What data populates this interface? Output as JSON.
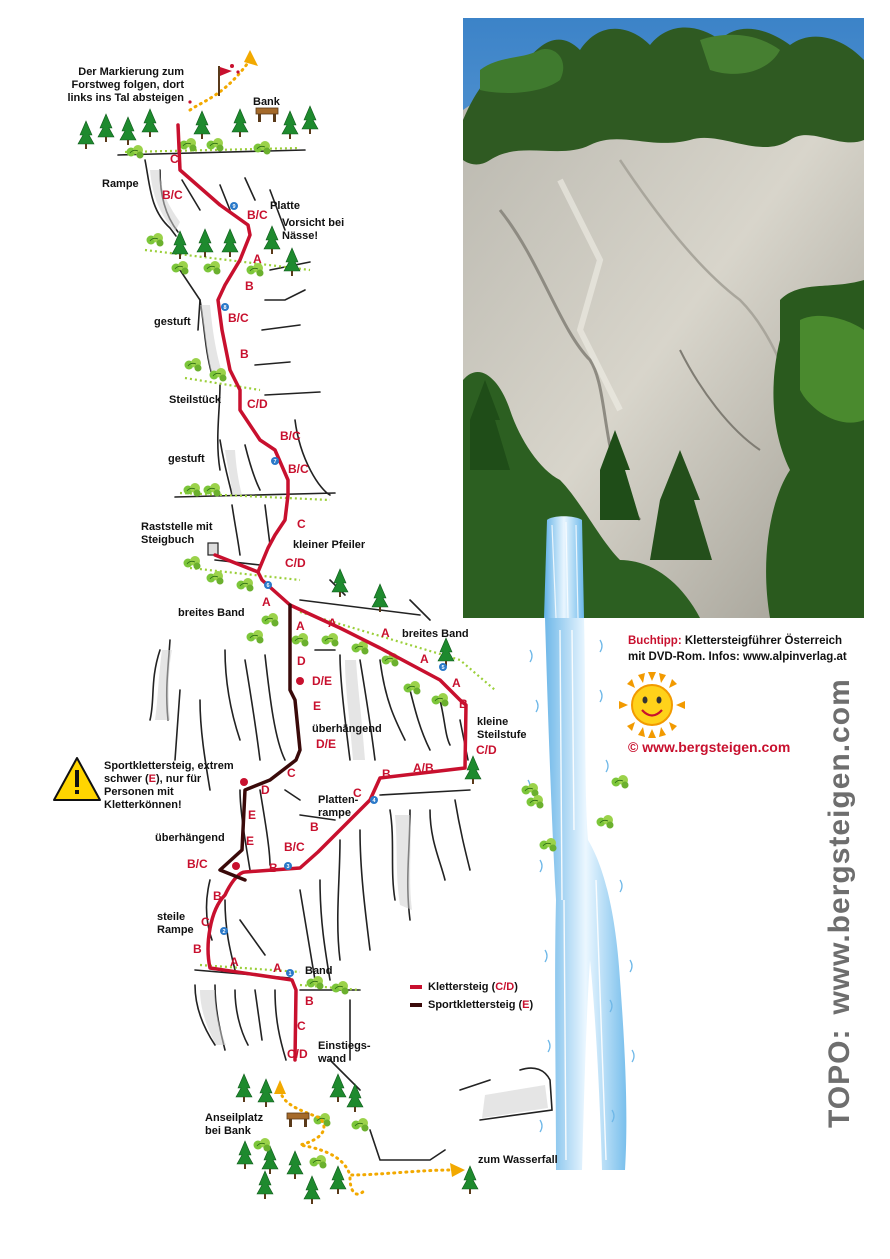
{
  "labels": {
    "markierung": "Der Markierung zum Forstweg folgen, dort links ins Tal absteigen",
    "bank_top": "Bank",
    "rampe": "Rampe",
    "platte": "Platte",
    "vorsicht": "Vorsicht bei Nässe!",
    "gestuft1": "gestuft",
    "steilstueck": "Steilstück",
    "gestuft2": "gestuft",
    "raststelle": "Raststelle mit Steigbuch",
    "kleiner_pfeiler": "kleiner Pfeiler",
    "breites_band_left": "breites Band",
    "breites_band_right": "breites Band",
    "kleine_steilstufe": "kleine Steilstufe",
    "ueberhaengend1": "überhängend",
    "ueberhaengend2": "überhängend",
    "plattenrampe": "Platten-rampe",
    "steile_rampe": "steile Rampe",
    "band": "Band",
    "einstiegswand": "Einstiegs-wand",
    "anseilplatz": "Anseilplatz bei Bank",
    "zum_wasserfall": "zum Wasserfall"
  },
  "warning": {
    "pre": "Sportklettersteig, extrem schwer (",
    "grade": "E",
    "post": "), nur für Personen mit Kletterkönnen!"
  },
  "buchtipp": {
    "label": "Buchtipp:",
    "text1": "Klettersteigführer Österreich",
    "text2": "mit DVD-Rom. Infos: www.alpinverlag.at"
  },
  "copyright": "©  www.bergsteigen.com",
  "topo": {
    "line1": "TOPO:",
    "line2": "www.bergsteigen.com"
  },
  "legend": {
    "klettersteig_label": "Klettersteig (",
    "klettersteig_grade": "C/D",
    "sport_label": "Sportklettersteig (",
    "sport_grade": "E",
    "close": ")"
  },
  "grades": [
    {
      "key": "g1",
      "text": "C"
    },
    {
      "key": "g2",
      "text": "B/C"
    },
    {
      "key": "g3",
      "text": "B/C"
    },
    {
      "key": "g4",
      "text": "A"
    },
    {
      "key": "g5",
      "text": "B"
    },
    {
      "key": "g6",
      "text": "B/C"
    },
    {
      "key": "g7",
      "text": "B"
    },
    {
      "key": "g8",
      "text": "C/D"
    },
    {
      "key": "g9",
      "text": "B/C"
    },
    {
      "key": "g10",
      "text": "B/C"
    },
    {
      "key": "g11",
      "text": "C"
    },
    {
      "key": "g12",
      "text": "C/D"
    },
    {
      "key": "g13",
      "text": "A"
    },
    {
      "key": "g14",
      "text": "A"
    },
    {
      "key": "g15",
      "text": "A"
    },
    {
      "key": "g16",
      "text": "A"
    },
    {
      "key": "g17",
      "text": "A"
    },
    {
      "key": "g18",
      "text": "A"
    },
    {
      "key": "g19",
      "text": "D"
    },
    {
      "key": "g20",
      "text": "D/E"
    },
    {
      "key": "g21",
      "text": "E"
    },
    {
      "key": "g22",
      "text": "D/E"
    },
    {
      "key": "g23",
      "text": "B"
    },
    {
      "key": "g24",
      "text": "C/D"
    },
    {
      "key": "g25",
      "text": "A/B"
    },
    {
      "key": "g26",
      "text": "B"
    },
    {
      "key": "g27",
      "text": "C"
    },
    {
      "key": "g28",
      "text": "C"
    },
    {
      "key": "g29",
      "text": "D"
    },
    {
      "key": "g30",
      "text": "E"
    },
    {
      "key": "g31",
      "text": "E"
    },
    {
      "key": "g32",
      "text": "B"
    },
    {
      "key": "g33",
      "text": "B/C"
    },
    {
      "key": "g34",
      "text": "B/C"
    },
    {
      "key": "g35",
      "text": "B"
    },
    {
      "key": "g36",
      "text": "B"
    },
    {
      "key": "g37",
      "text": "C"
    },
    {
      "key": "g38",
      "text": "B"
    },
    {
      "key": "g39",
      "text": "A"
    },
    {
      "key": "g40",
      "text": "A"
    },
    {
      "key": "g41",
      "text": "B"
    },
    {
      "key": "g42",
      "text": "C"
    },
    {
      "key": "g43",
      "text": "C/D"
    }
  ],
  "markers": [
    "1",
    "2",
    "3",
    "4",
    "5",
    "6",
    "7",
    "8",
    "9"
  ],
  "colors": {
    "route_klettersteig": "#c8102e",
    "route_sport": "#3a0a0a",
    "approach": "#f2a900",
    "tree": "#1e8a2e",
    "moss": "#9bcf3a",
    "rock_line": "#222222",
    "waterfall": "#7fc4ec",
    "marker": "#2a79c9"
  }
}
